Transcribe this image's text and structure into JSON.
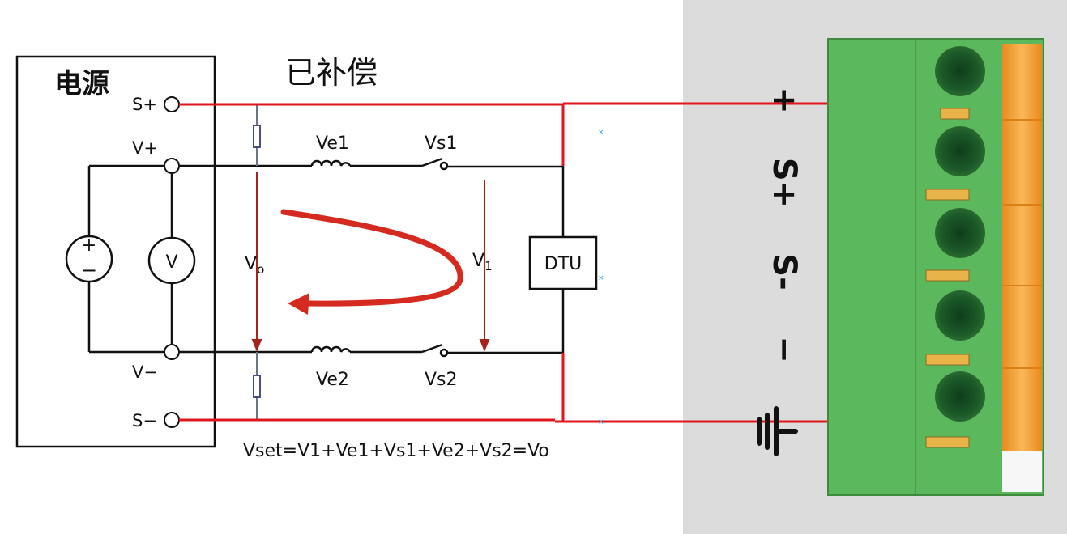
{
  "diagram": {
    "power_supply_label": "电源",
    "title": "已补偿",
    "terminal_s_plus": "S+",
    "terminal_v_plus": "V+",
    "terminal_v_minus": "V−",
    "terminal_s_minus": "S−",
    "ve1": "Ve1",
    "ve2": "Ve2",
    "vs1": "Vs1",
    "vs2": "Vs2",
    "vo_main": "V",
    "vo_sub": "o",
    "v1_main": "V",
    "v1_sub": "1",
    "voltmeter": "V",
    "load": "DTU",
    "equation": "Vset=V1+Ve1+Vs1+Ve2+Vs2=Vo"
  },
  "terminal_block": {
    "labels": [
      "+",
      "S+",
      "S-",
      "−",
      "⏚"
    ]
  },
  "colors": {
    "wire": "#111111",
    "sense_wire": "#e0161d",
    "arrow": "#d42a1f",
    "panel": "#dcdcdc",
    "block_green": "#5cb85c",
    "block_orange": "#f5a035"
  }
}
